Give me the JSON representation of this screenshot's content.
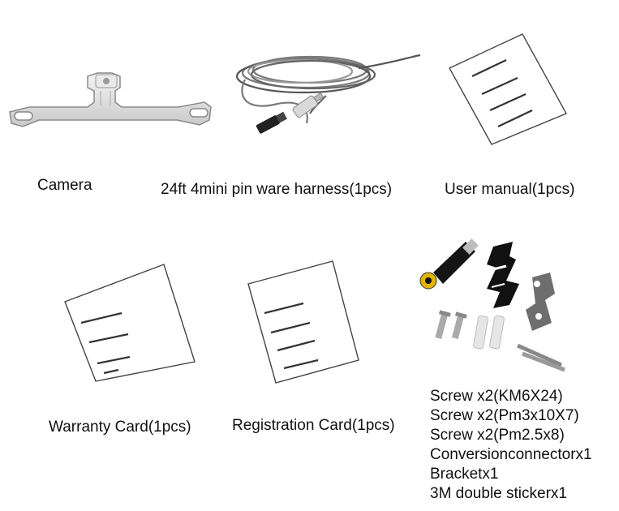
{
  "items": {
    "camera": {
      "label": "Camera",
      "icon": "license-plate-camera-icon"
    },
    "harness": {
      "label": "24ft 4mini pin ware harness(1pcs)",
      "icon": "cable-harness-icon"
    },
    "manual": {
      "label": "User manual(1pcs)",
      "icon": "document-sheet-icon"
    },
    "warranty": {
      "label": "Warranty Card(1pcs)",
      "icon": "document-sheet-icon"
    },
    "registration": {
      "label": "Registration Card(1pcs)",
      "icon": "document-sheet-icon"
    },
    "accessories": {
      "icon": "accessories-kit-icon"
    }
  },
  "accessory_list": [
    "Screw x2(KM6X24)",
    "Screw x2(Pm3x10X7)",
    "Screw x2(Pm2.5x8)",
    "Conversionconnectorx1",
    "Bracketx1",
    "3M double stickerx1"
  ],
  "colors": {
    "outline": "#444444",
    "text": "#111111",
    "accent_yellow": "#e0b400"
  }
}
